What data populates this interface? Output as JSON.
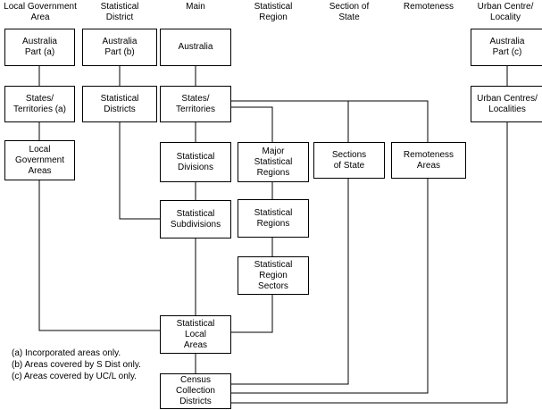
{
  "columns": {
    "lga": "Local Government\nArea",
    "sd": "Statistical\nDistrict",
    "main": "Main",
    "sr": "Statistical\nRegion",
    "sos": "Section of\nState",
    "remote": "Remoteness",
    "ucl": "Urban Centre/\nLocality"
  },
  "boxes": {
    "aus_a": "Australia\nPart (a)",
    "aus_b": "Australia\nPart (b)",
    "aus": "Australia",
    "aus_c": "Australia\nPart (c)",
    "st_a": "States/\nTerritories (a)",
    "sdist": "Statistical\nDistricts",
    "st": "States/\nTerritories",
    "ucl": "Urban Centres/\nLocalities",
    "lga": "Local\nGovernment\nAreas",
    "sdiv": "Statistical\nDivisions",
    "msr": "Major\nStatistical\nRegions",
    "sos": "Sections\nof State",
    "ra": "Remoteness\nAreas",
    "ssd": "Statistical\nSubdivisions",
    "sr": "Statistical\nRegions",
    "srs": "Statistical\nRegion\nSectors",
    "sla": "Statistical\nLocal\nAreas",
    "ccd": "Census\nCollection\nDistricts"
  },
  "notes": [
    "(a) Incorporated areas only.",
    "(b) Areas covered by S Dist only.",
    "(c) Areas covered by UC/L only."
  ]
}
